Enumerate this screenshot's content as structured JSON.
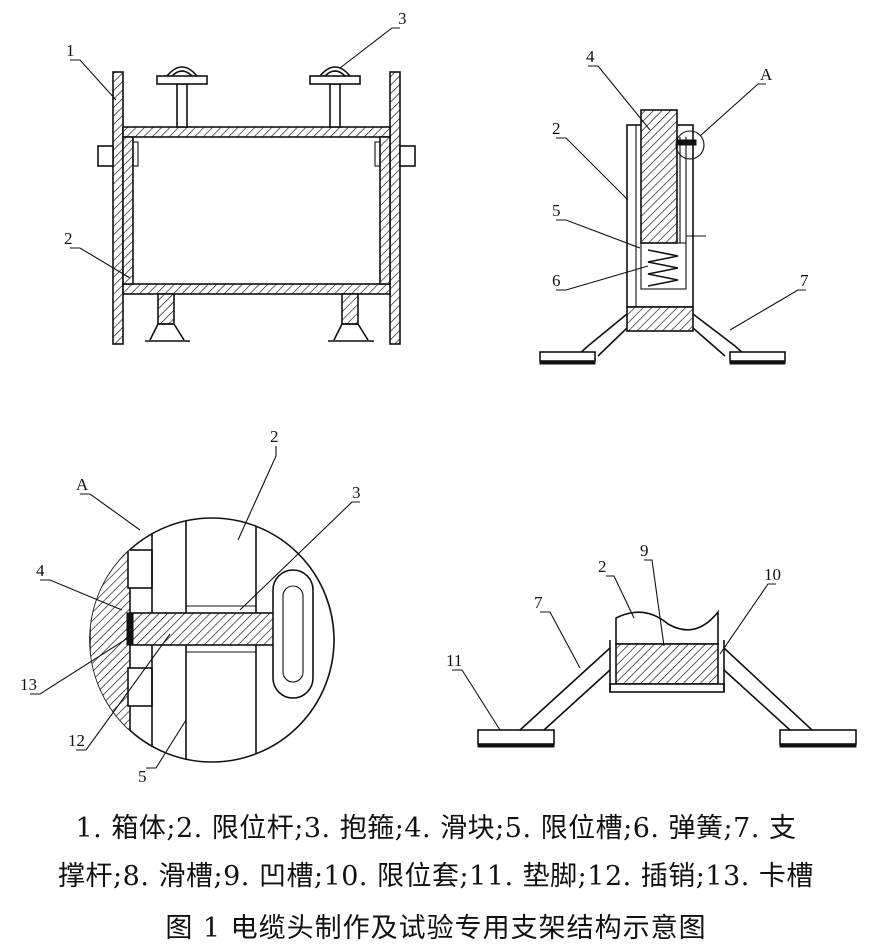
{
  "labels": {
    "v1": {
      "n1": "1",
      "n2": "2",
      "n3": "3"
    },
    "v2": {
      "n4": "4",
      "nA": "A",
      "n2": "2",
      "n5": "5",
      "n6": "6",
      "n7": "7"
    },
    "v3": {
      "nA": "A",
      "n2": "2",
      "n3": "3",
      "n4": "4",
      "n13": "13",
      "n12": "12",
      "n5": "5"
    },
    "v4": {
      "n2": "2",
      "n9": "9",
      "n10": "10",
      "n7": "7",
      "n11": "11"
    }
  },
  "legend": {
    "line1": "1. 箱体;2. 限位杆;3. 抱箍;4. 滑块;5. 限位槽;6. 弹簧;7. 支",
    "line2": "撑杆;8. 滑槽;9. 凹槽;10. 限位套;11. 垫脚;12. 插销;13. 卡槽"
  },
  "caption": "图 1 电缆头制作及试验专用支架结构示意图"
}
